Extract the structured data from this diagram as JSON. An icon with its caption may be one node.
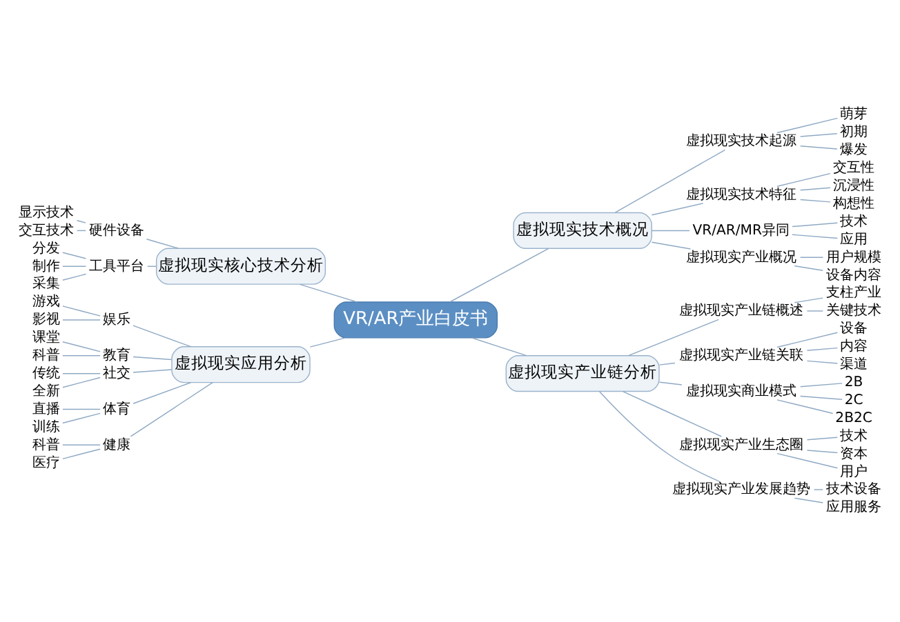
{
  "diagram": {
    "nodes": [
      {
        "text": [
          "VR/AR产业白皮书"
        ]
      },
      {
        "text": [
          "虚拟现实技术概况"
        ]
      },
      {
        "text": [
          "虚拟现实技术起源"
        ]
      },
      {
        "text": [
          "萌芽"
        ]
      },
      {
        "text": [
          "初期"
        ]
      },
      {
        "text": [
          "爆发"
        ]
      },
      {
        "text": [
          "虚拟现实技术特征"
        ]
      },
      {
        "text": [
          "交互性"
        ]
      },
      {
        "text": [
          "沉浸性"
        ]
      },
      {
        "text": [
          "构想性"
        ]
      },
      {
        "text": [
          "VR/AR/MR异同"
        ]
      },
      {
        "text": [
          "技术"
        ]
      },
      {
        "text": [
          "应用"
        ]
      },
      {
        "text": [
          "虚拟现实产业概况"
        ]
      },
      {
        "text": [
          "用户规模"
        ]
      },
      {
        "text": [
          "设备内容"
        ]
      },
      {
        "text": [
          "虚拟现实核心技术分析"
        ]
      },
      {
        "text": [
          "硬件设备"
        ]
      },
      {
        "text": [
          "显示技术"
        ]
      },
      {
        "text": [
          "交互技术"
        ]
      },
      {
        "text": [
          "工具平台"
        ]
      },
      {
        "text": [
          "分发"
        ]
      },
      {
        "text": [
          "制作"
        ]
      },
      {
        "text": [
          "采集"
        ]
      },
      {
        "text": [
          "虚拟现实应用分析"
        ]
      },
      {
        "text": [
          "娱乐"
        ]
      },
      {
        "text": [
          "游戏"
        ]
      },
      {
        "text": [
          "影视"
        ]
      },
      {
        "text": [
          "教育"
        ]
      },
      {
        "text": [
          "课堂"
        ]
      },
      {
        "text": [
          "科普"
        ]
      },
      {
        "text": [
          "社交"
        ]
      },
      {
        "text": [
          "传统"
        ]
      },
      {
        "text": [
          "全新"
        ]
      },
      {
        "text": [
          "体育"
        ]
      },
      {
        "text": [
          "直播"
        ]
      },
      {
        "text": [
          "训练"
        ]
      },
      {
        "text": [
          "健康"
        ]
      },
      {
        "text": [
          "科普"
        ]
      },
      {
        "text": [
          "医疗"
        ]
      },
      {
        "text": [
          "虚拟现实产业链分析"
        ]
      },
      {
        "text": [
          "虚拟现实产业链概述"
        ]
      },
      {
        "text": [
          "支柱产业"
        ]
      },
      {
        "text": [
          "关键技术"
        ]
      },
      {
        "text": [
          "虚拟现实产业链关联"
        ]
      },
      {
        "text": [
          "设备"
        ]
      },
      {
        "text": [
          "内容"
        ]
      },
      {
        "text": [
          "渠道"
        ]
      },
      {
        "text": [
          "虚拟现实商业模式"
        ]
      },
      {
        "text": [
          "2B"
        ]
      },
      {
        "text": [
          "2C"
        ]
      },
      {
        "text": [
          "2B2C"
        ]
      },
      {
        "text": [
          "虚拟现实产业生态圈"
        ]
      },
      {
        "text": [
          "技术"
        ]
      },
      {
        "text": [
          "资本"
        ]
      },
      {
        "text": [
          "用户"
        ]
      },
      {
        "text": [
          "虚拟现实产业发展趋势"
        ]
      },
      {
        "text": [
          "技术设备"
        ]
      },
      {
        "text": [
          "应用服务"
        ]
      }
    ],
    "edges": [
      {
        "from": 0,
        "to": 1,
        "arrow": "none"
      },
      {
        "from": 1,
        "to": 2,
        "arrow": "none"
      },
      {
        "from": 2,
        "to": 3,
        "arrow": "none"
      },
      {
        "from": 2,
        "to": 4,
        "arrow": "none"
      },
      {
        "from": 2,
        "to": 5,
        "arrow": "none"
      },
      {
        "from": 1,
        "to": 6,
        "arrow": "none"
      },
      {
        "from": 6,
        "to": 7,
        "arrow": "none"
      },
      {
        "from": 6,
        "to": 8,
        "arrow": "none"
      },
      {
        "from": 6,
        "to": 9,
        "arrow": "none"
      },
      {
        "from": 1,
        "to": 10,
        "arrow": "none"
      },
      {
        "from": 10,
        "to": 11,
        "arrow": "none"
      },
      {
        "from": 10,
        "to": 12,
        "arrow": "none"
      },
      {
        "from": 1,
        "to": 13,
        "arrow": "none"
      },
      {
        "from": 13,
        "to": 14,
        "arrow": "none"
      },
      {
        "from": 13,
        "to": 15,
        "arrow": "none"
      },
      {
        "from": 0,
        "to": 16,
        "arrow": "none"
      },
      {
        "from": 16,
        "to": 17,
        "arrow": "none"
      },
      {
        "from": 17,
        "to": 18,
        "arrow": "none"
      },
      {
        "from": 17,
        "to": 19,
        "arrow": "none"
      },
      {
        "from": 16,
        "to": 20,
        "arrow": "none"
      },
      {
        "from": 20,
        "to": 21,
        "arrow": "none"
      },
      {
        "from": 20,
        "to": 22,
        "arrow": "none"
      },
      {
        "from": 20,
        "to": 23,
        "arrow": "none"
      },
      {
        "from": 0,
        "to": 24,
        "arrow": "none"
      },
      {
        "from": 24,
        "to": 25,
        "arrow": "none"
      },
      {
        "from": 25,
        "to": 26,
        "arrow": "none"
      },
      {
        "from": 25,
        "to": 27,
        "arrow": "none"
      },
      {
        "from": 24,
        "to": 28,
        "arrow": "none"
      },
      {
        "from": 28,
        "to": 29,
        "arrow": "none"
      },
      {
        "from": 28,
        "to": 30,
        "arrow": "none"
      },
      {
        "from": 24,
        "to": 31,
        "arrow": "none"
      },
      {
        "from": 31,
        "to": 32,
        "arrow": "none"
      },
      {
        "from": 31,
        "to": 33,
        "arrow": "none"
      },
      {
        "from": 24,
        "to": 34,
        "arrow": "none"
      },
      {
        "from": 34,
        "to": 35,
        "arrow": "none"
      },
      {
        "from": 34,
        "to": 36,
        "arrow": "none"
      },
      {
        "from": 24,
        "to": 37,
        "arrow": "none"
      },
      {
        "from": 37,
        "to": 38,
        "arrow": "none"
      },
      {
        "from": 37,
        "to": 39,
        "arrow": "none"
      },
      {
        "from": 0,
        "to": 40,
        "arrow": "none"
      },
      {
        "from": 40,
        "to": 41,
        "arrow": "none"
      },
      {
        "from": 41,
        "to": 42,
        "arrow": "none"
      },
      {
        "from": 41,
        "to": 43,
        "arrow": "none"
      },
      {
        "from": 40,
        "to": 44,
        "arrow": "none"
      },
      {
        "from": 44,
        "to": 45,
        "arrow": "none"
      },
      {
        "from": 44,
        "to": 46,
        "arrow": "none"
      },
      {
        "from": 44,
        "to": 47,
        "arrow": "none"
      },
      {
        "from": 40,
        "to": 48,
        "arrow": "none"
      },
      {
        "from": 48,
        "to": 49,
        "arrow": "none"
      },
      {
        "from": 48,
        "to": 50,
        "arrow": "none"
      },
      {
        "from": 48,
        "to": 51,
        "arrow": "none"
      },
      {
        "from": 40,
        "to": 52,
        "arrow": "none"
      },
      {
        "from": 52,
        "to": 53,
        "arrow": "none"
      },
      {
        "from": 52,
        "to": 54,
        "arrow": "none"
      },
      {
        "from": 52,
        "to": 55,
        "arrow": "none"
      },
      {
        "from": 40,
        "to": 56,
        "arrow": "none"
      },
      {
        "from": 56,
        "to": 57,
        "arrow": "none"
      },
      {
        "from": 56,
        "to": 58,
        "arrow": "none"
      }
    ]
  }
}
